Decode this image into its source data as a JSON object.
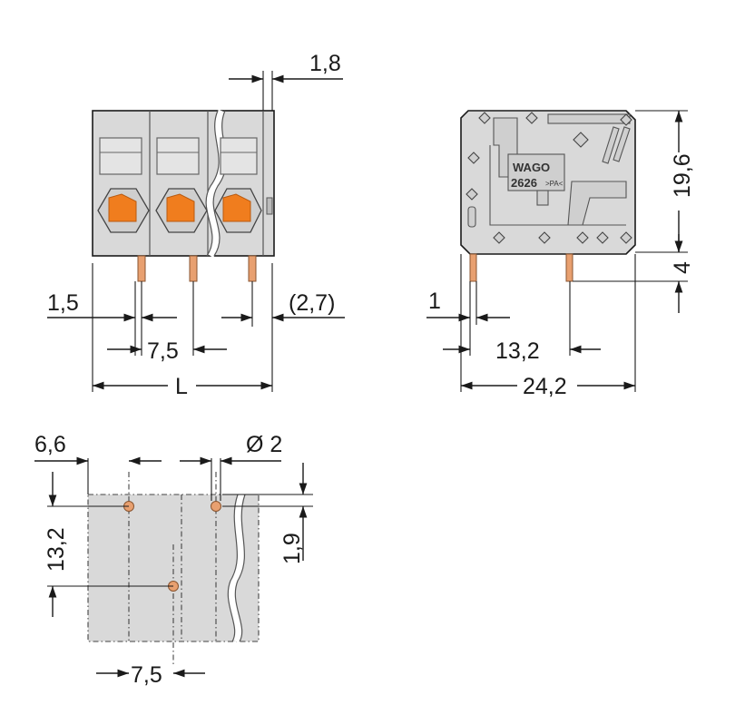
{
  "diagram": {
    "front_view": {
      "dim_top_pin_width": "1,8",
      "dim_left_offset": "1,5",
      "dim_right_offset": "(2,7)",
      "dim_pitch": "7,5",
      "dim_length": "L"
    },
    "side_view": {
      "logo_text": "WAGO",
      "part_text": "2626",
      "material_text": ">PA<",
      "dim_height": "19,6",
      "dim_pin_length": "4",
      "dim_pin_offset": "1",
      "dim_pin_spacing": "13,2",
      "dim_total_width": "24,2"
    },
    "footprint_view": {
      "dim_hole_offset_x": "6,6",
      "dim_hole_diameter": "Ø 2",
      "dim_hole_spacing_y": "13,2",
      "dim_hole_offset_y": "1,9",
      "dim_pitch": "7,5"
    },
    "colors": {
      "housing": "#d9d9d9",
      "lever": "#f07d1e",
      "pin": "#e8a070",
      "line": "#1a1a1a"
    }
  }
}
